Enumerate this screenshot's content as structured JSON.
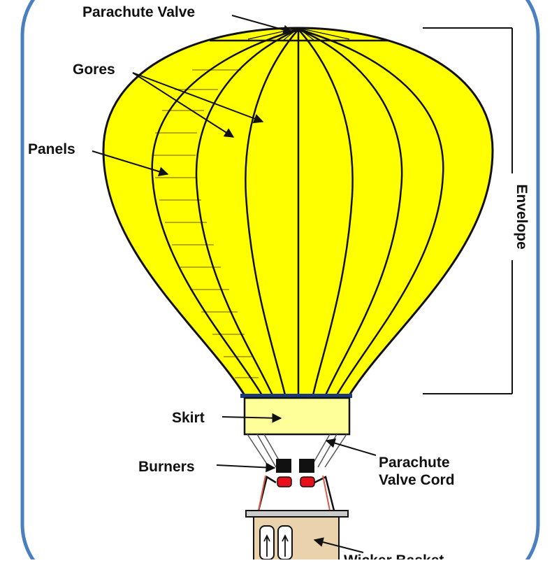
{
  "diagram": {
    "labels": {
      "parachute_valve": "Parachute Valve",
      "gores": "Gores",
      "panels": "Panels",
      "envelope": "Envelope",
      "skirt": "Skirt",
      "burners": "Burners",
      "parachute_valve_cord_line1": "Parachute",
      "parachute_valve_cord_line2": "Valve Cord",
      "wicker_basket": "Wicker Basket"
    },
    "colors": {
      "frame": "#4a7fc0",
      "envelope_fill": "#ffff00",
      "outline": "#111111",
      "skirt_fill": "#ffff99",
      "burner_top": "#111111",
      "burner_flame": "#e8101b",
      "cord": "#e05a4a",
      "basket_fill": "#ead2ad",
      "envelope_base": "#1c3a7a"
    }
  }
}
